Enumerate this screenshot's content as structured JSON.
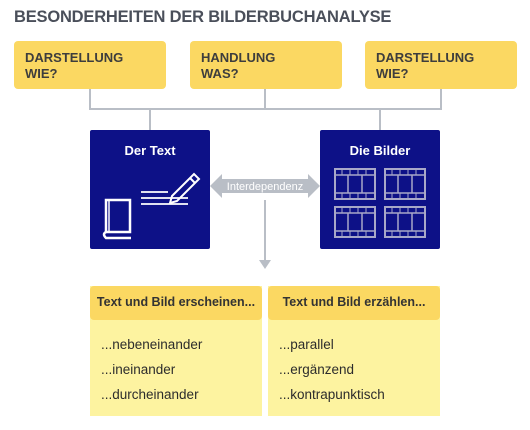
{
  "title": "BESONDERHEITEN DER BILDERBUCHANALYSE",
  "top_boxes": [
    {
      "line1": "DARSTELLUNG",
      "line2": "WIE?"
    },
    {
      "line1": "HANDLUNG",
      "line2": "WAS?"
    },
    {
      "line1": "DARSTELLUNG",
      "line2": "WIE?"
    }
  ],
  "text_box": {
    "label": "Der Text",
    "icons": [
      "book-icon",
      "pencil-icon",
      "text-lines-icon"
    ]
  },
  "image_box": {
    "label": "Die Bilder",
    "icons": [
      "film-frame-icon"
    ]
  },
  "connector": {
    "label": "Interdependenz"
  },
  "columns": [
    {
      "header": "Text und Bild erscheinen...",
      "items": [
        "...nebeneinander",
        "...ineinander",
        "...durcheinander"
      ]
    },
    {
      "header": "Text und Bild erzählen...",
      "items": [
        "...parallel",
        "...ergänzend",
        "...kontrapunktisch"
      ]
    }
  ],
  "colors": {
    "yellow": "#fbd862",
    "light_yellow": "#fdf3a0",
    "blue": "#0d1187",
    "connector": "#b9bec6"
  }
}
